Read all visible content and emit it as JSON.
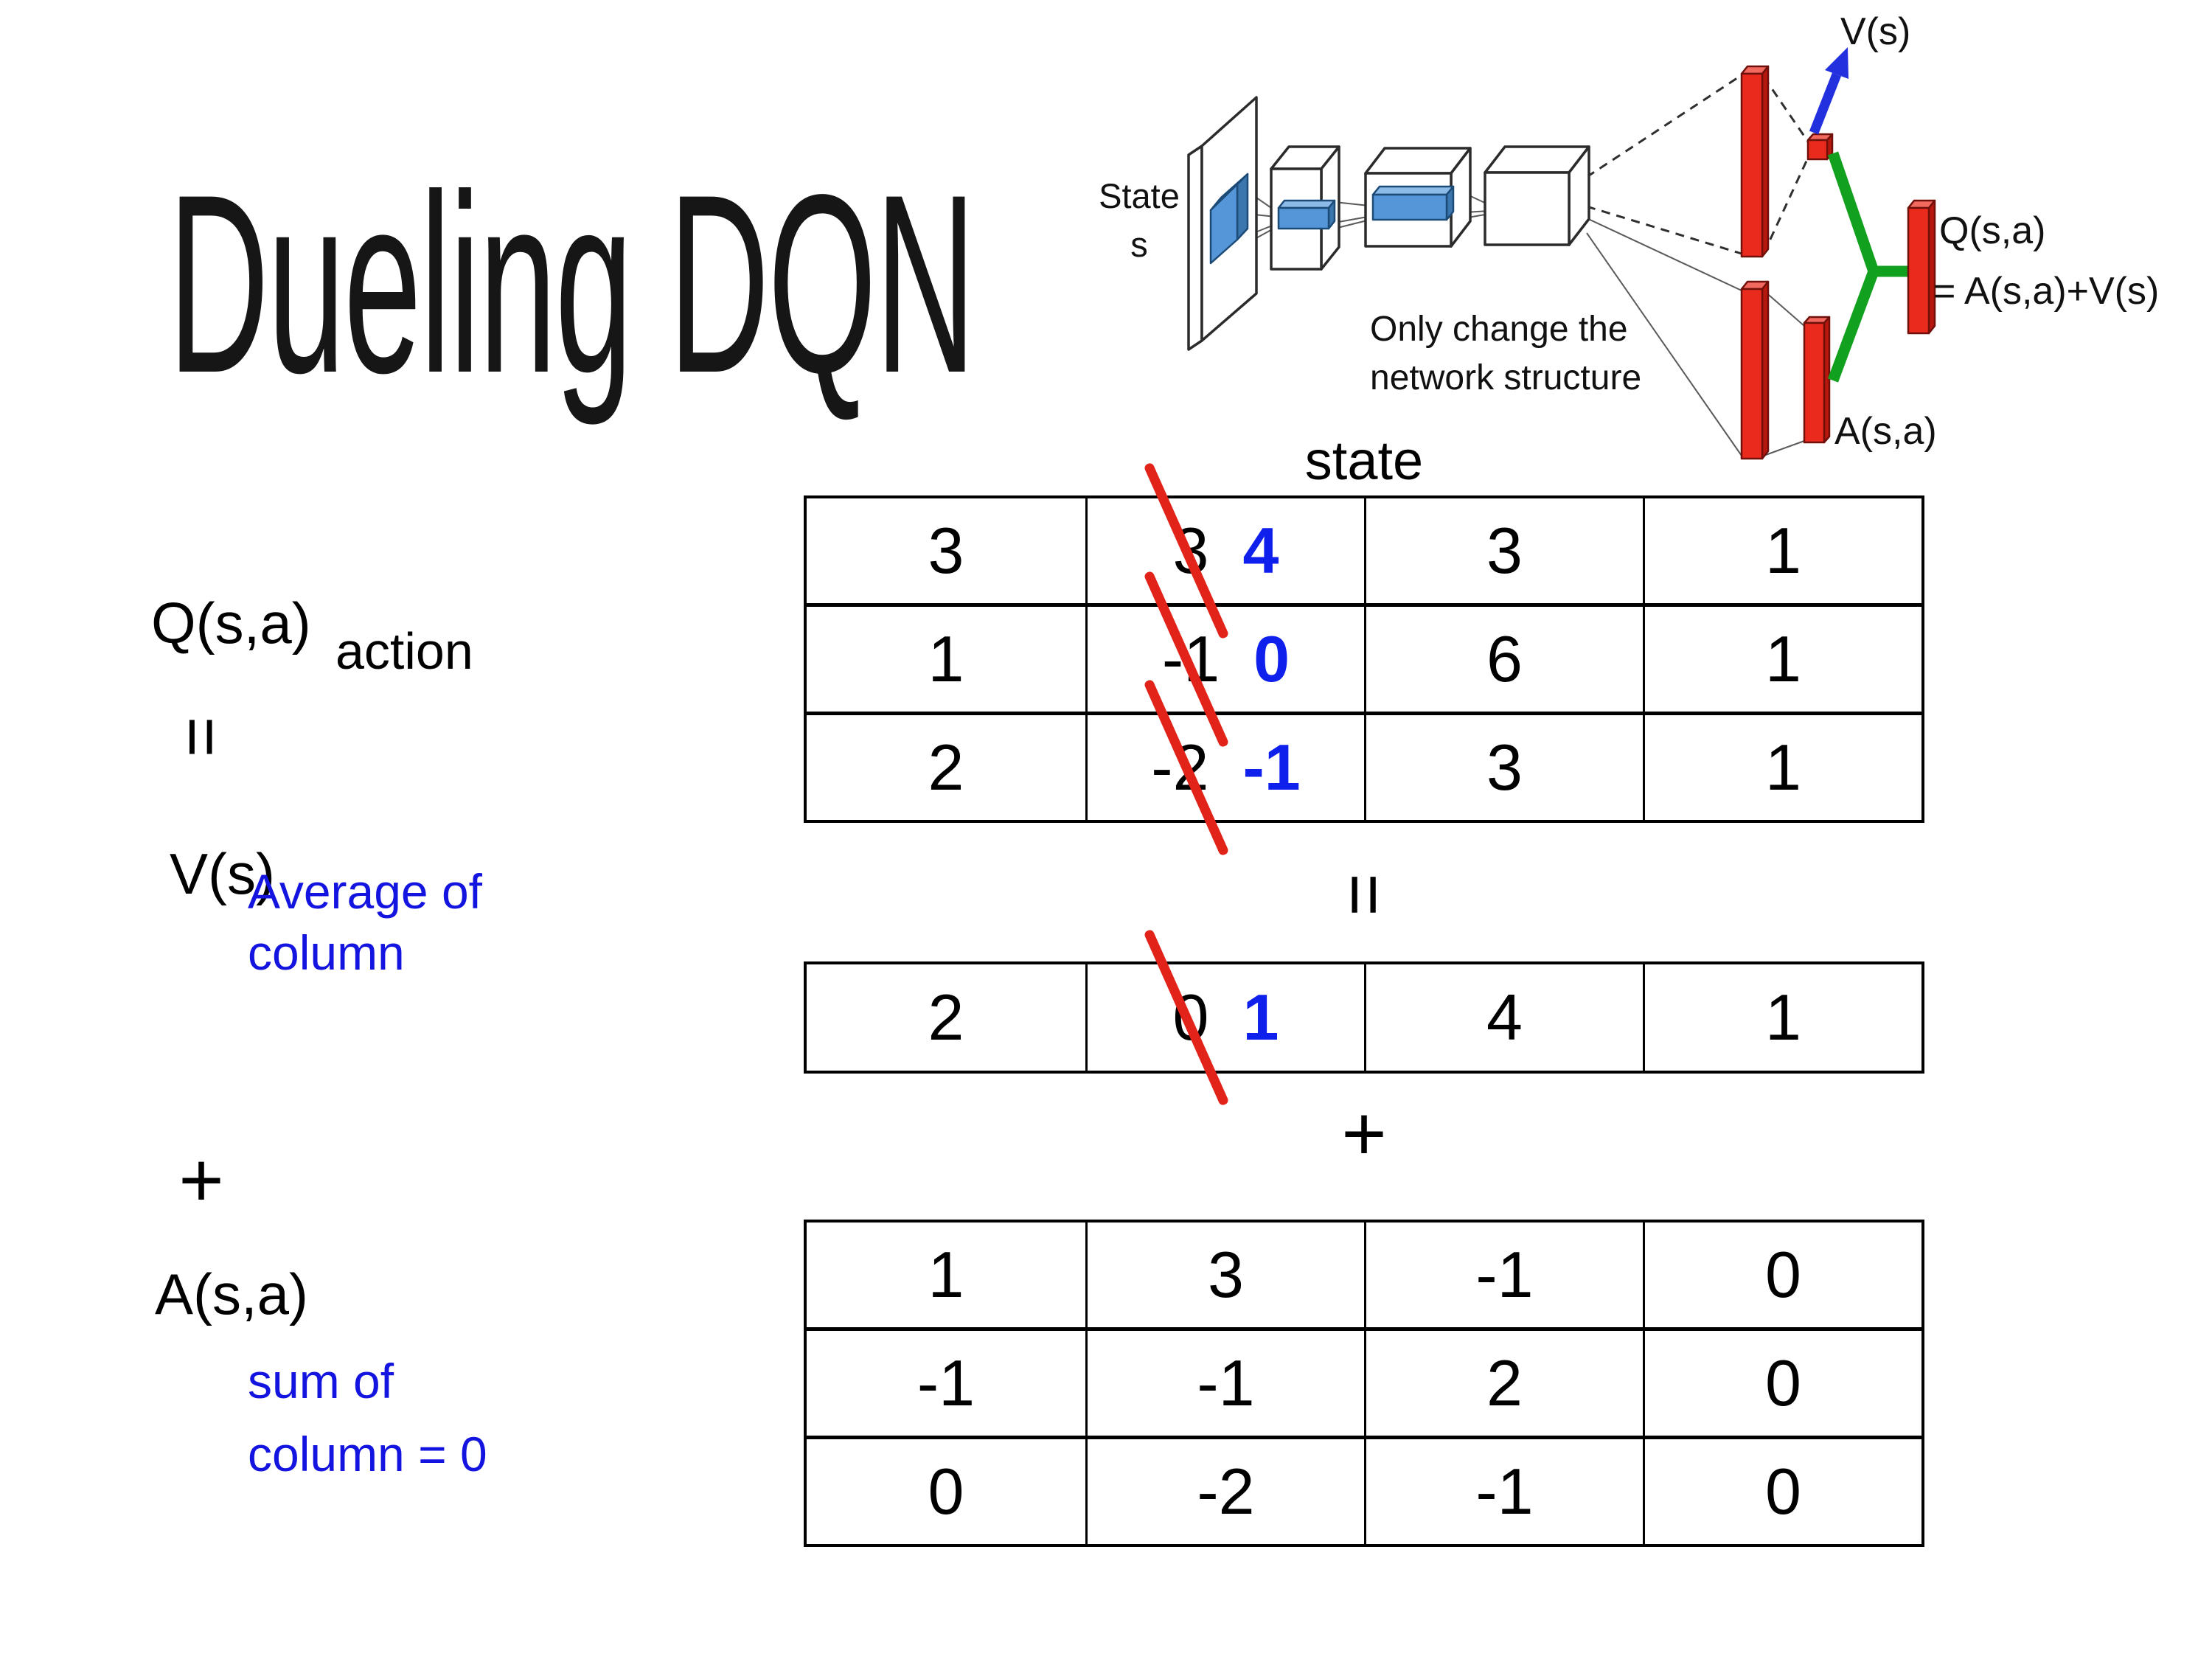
{
  "slide": {
    "title": "Dueling DQN"
  },
  "network_diagram": {
    "state_label": "State",
    "state_sub": "s",
    "note_line1": "Only change the",
    "note_line2": "network structure",
    "v_output_label": "V(s)",
    "q_output_line1": "Q(s,a)",
    "q_output_line2": "= A(s,a)+V(s)",
    "a_output_label": "A(s,a)"
  },
  "equation": {
    "q_label": "Q(s,a)",
    "equals_left": "=",
    "v_label": "V(s)",
    "plus_left": "+",
    "a_label": "A(s,a)",
    "action_label": "action",
    "state_header": "state",
    "equals_mid": "=",
    "plus_mid": "+",
    "avg_note_line1": "Average of",
    "avg_note_line2": "column",
    "sum_note_line1": "sum of",
    "sum_note_line2": "column = 0"
  },
  "q_table": {
    "rows": [
      [
        {
          "v": "3"
        },
        {
          "old": "3",
          "new": "4"
        },
        {
          "v": "3"
        },
        {
          "v": "1"
        }
      ],
      [
        {
          "v": "1"
        },
        {
          "old": "-1",
          "new": "0"
        },
        {
          "v": "6"
        },
        {
          "v": "1"
        }
      ],
      [
        {
          "v": "2"
        },
        {
          "old": "-2",
          "new": "-1"
        },
        {
          "v": "3"
        },
        {
          "v": "1"
        }
      ]
    ]
  },
  "v_table": {
    "rows": [
      [
        {
          "v": "2"
        },
        {
          "old": "0",
          "new": "1"
        },
        {
          "v": "4"
        },
        {
          "v": "1"
        }
      ]
    ]
  },
  "a_table": {
    "rows": [
      [
        {
          "v": "1"
        },
        {
          "v": "3"
        },
        {
          "v": "-1"
        },
        {
          "v": "0"
        }
      ],
      [
        {
          "v": "-1"
        },
        {
          "v": "-1"
        },
        {
          "v": "2"
        },
        {
          "v": "0"
        }
      ],
      [
        {
          "v": "0"
        },
        {
          "v": "-2"
        },
        {
          "v": "-1"
        },
        {
          "v": "0"
        }
      ]
    ]
  },
  "colors": {
    "annotation_blue": "#1414e0",
    "highlight_blue": "#0f1fec",
    "strike_red": "#e2231a",
    "bar_red": "#ea2a1d",
    "feature_blue": "#5596d8",
    "merge_green": "#12a01f",
    "arrow_blue": "#2330dd"
  }
}
